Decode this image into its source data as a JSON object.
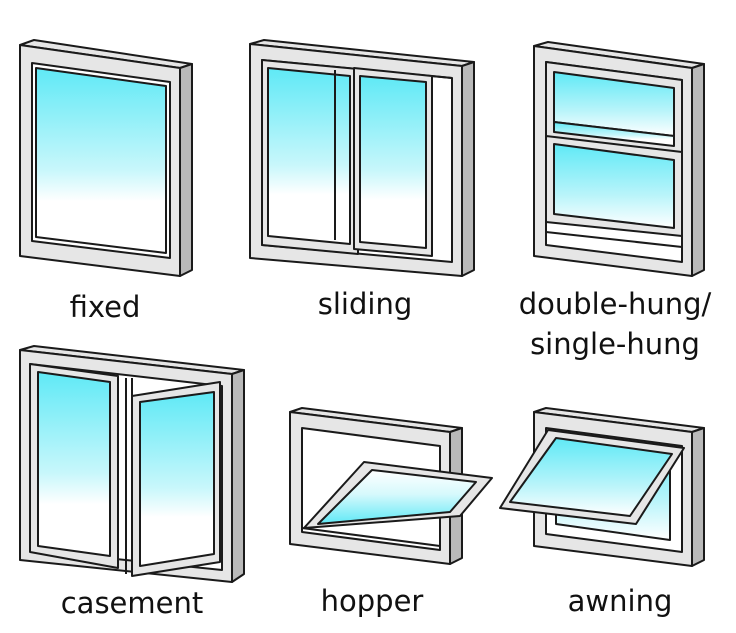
{
  "colors": {
    "frame_face": "#e6e6e6",
    "frame_side": "#b9b9b9",
    "outline": "#1a1a1a",
    "glass_top": "#5fe9f6",
    "glass_bottom": "#ffffff",
    "text": "#111111"
  },
  "windows": [
    {
      "id": "fixed",
      "label": "fixed"
    },
    {
      "id": "sliding",
      "label": "sliding"
    },
    {
      "id": "double-hung",
      "label_line1": "double-hung/",
      "label_line2": "single-hung"
    },
    {
      "id": "casement",
      "label": "casement"
    },
    {
      "id": "hopper",
      "label": "hopper"
    },
    {
      "id": "awning",
      "label": "awning"
    }
  ]
}
